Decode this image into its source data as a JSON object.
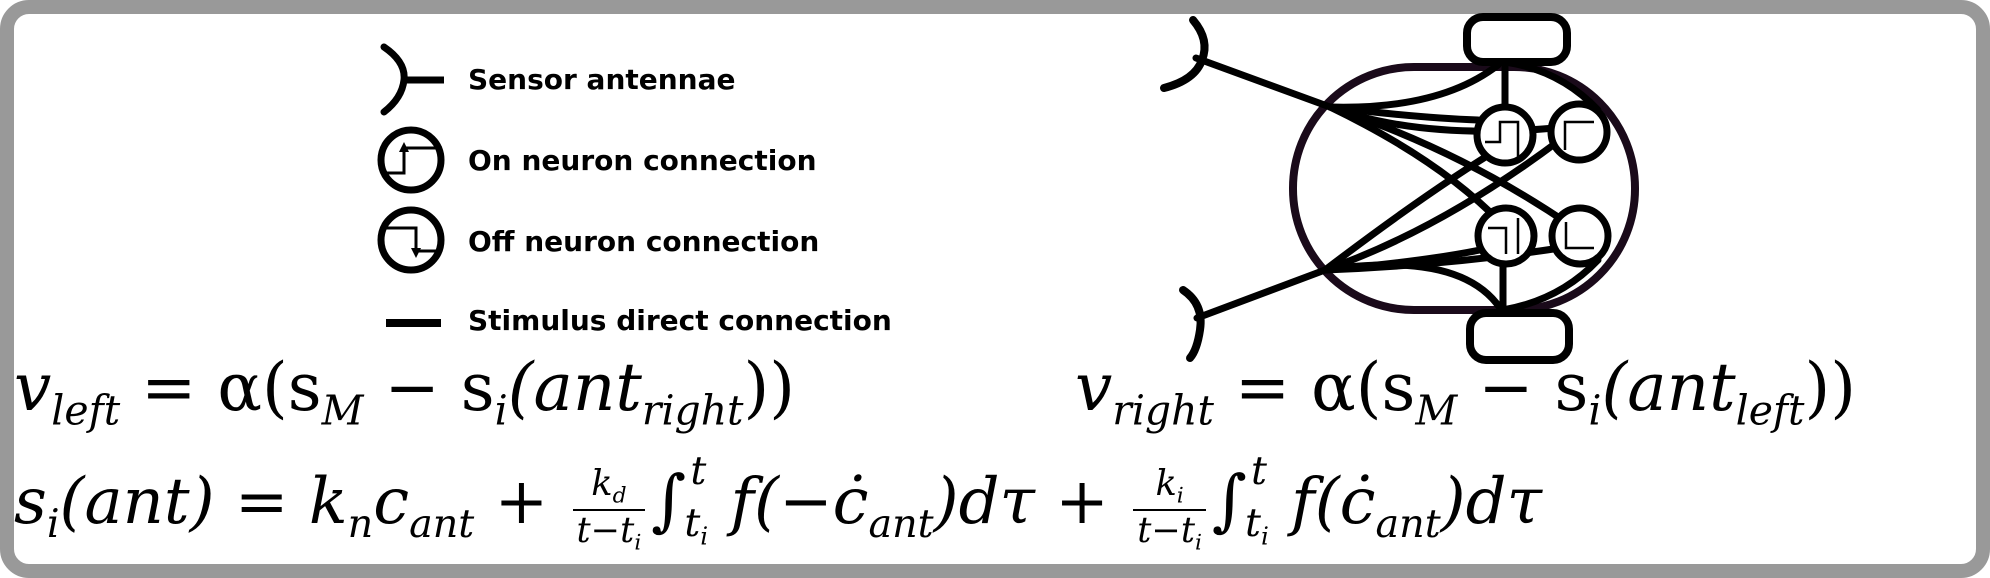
{
  "legend": {
    "items": [
      {
        "icon": "sensor-antenna-icon",
        "label": "Sensor antennae"
      },
      {
        "icon": "on-neuron-icon",
        "label": "On neuron connection"
      },
      {
        "icon": "off-neuron-icon",
        "label": "Off neuron connection"
      },
      {
        "icon": "direct-connection-icon",
        "label": "Stimulus direct connection"
      }
    ]
  },
  "equations": {
    "v_left": {
      "lhs_var": "v",
      "lhs_sub": "left",
      "rhs_prefix": "= α(s",
      "rhs_sub_m": "M",
      "rhs_mid": " − s",
      "rhs_sub_i": "i",
      "rhs_open": "(ant",
      "rhs_sub_ant": "right",
      "rhs_close": "))"
    },
    "v_right": {
      "lhs_var": "v",
      "lhs_sub": "right",
      "rhs_prefix": "= α(s",
      "rhs_sub_m": "M",
      "rhs_mid": " − s",
      "rhs_sub_i": "i",
      "rhs_open": "(ant",
      "rhs_sub_ant": "left",
      "rhs_close": "))"
    },
    "s_i": {
      "lhs": "s",
      "lhs_sub": "i",
      "lhs_arg": "(ant) = k",
      "kn_sub": "n",
      "c": "c",
      "c_sub": "ant",
      "plus1": " + ",
      "frac1_num": "k",
      "frac1_num_sub": "d",
      "frac1_den": "t−t",
      "frac1_den_sub": "i",
      "int_symbol": "∫",
      "int_hi": "t",
      "int_lo": "t",
      "int_lo_sub": "i",
      "body1": "f(−ċ",
      "body1_sub": "ant",
      "body1_end": ")dτ",
      "plus2": " + ",
      "frac2_num": "k",
      "frac2_num_sub": "i",
      "frac2_den": "t−t",
      "frac2_den_sub": "i",
      "body2": "f(ċ",
      "body2_sub": "ant",
      "body2_end": ")dτ"
    }
  },
  "colors": {
    "frame": "#999999",
    "stroke": "#000000",
    "robot_outline": "#1a0a1a"
  }
}
